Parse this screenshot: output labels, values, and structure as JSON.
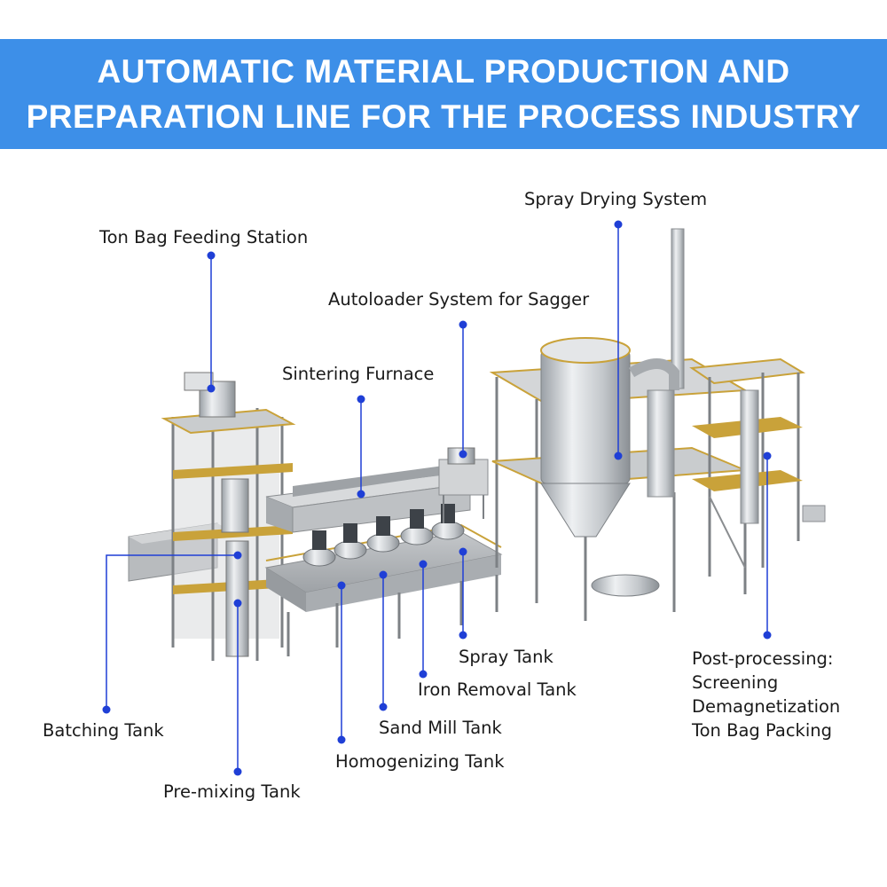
{
  "title": {
    "line1": "AUTOMATIC MATERIAL PRODUCTION AND",
    "line2": "PREPARATION LINE FOR THE PROCESS INDUSTRY"
  },
  "colors": {
    "banner": "#3d8fe8",
    "callout": "#1f3fd6",
    "frame": "#c9a23a"
  },
  "labels": {
    "ton_bag_feeding": "Ton Bag Feeding Station",
    "sintering_furnace": "Sintering Furnace",
    "autoloader": "Autoloader System for Sagger",
    "spray_drying": "Spray Drying System",
    "spray_tank": "Spray Tank",
    "iron_removal": "Iron Removal Tank",
    "sand_mill": "Sand Mill Tank",
    "homogenizing": "Homogenizing Tank",
    "batching": "Batching Tank",
    "premixing": "Pre-mixing Tank",
    "post_processing": {
      "heading": "Post-processing:",
      "items": [
        "Screening",
        "Demagnetization",
        "Ton Bag Packing"
      ]
    }
  }
}
